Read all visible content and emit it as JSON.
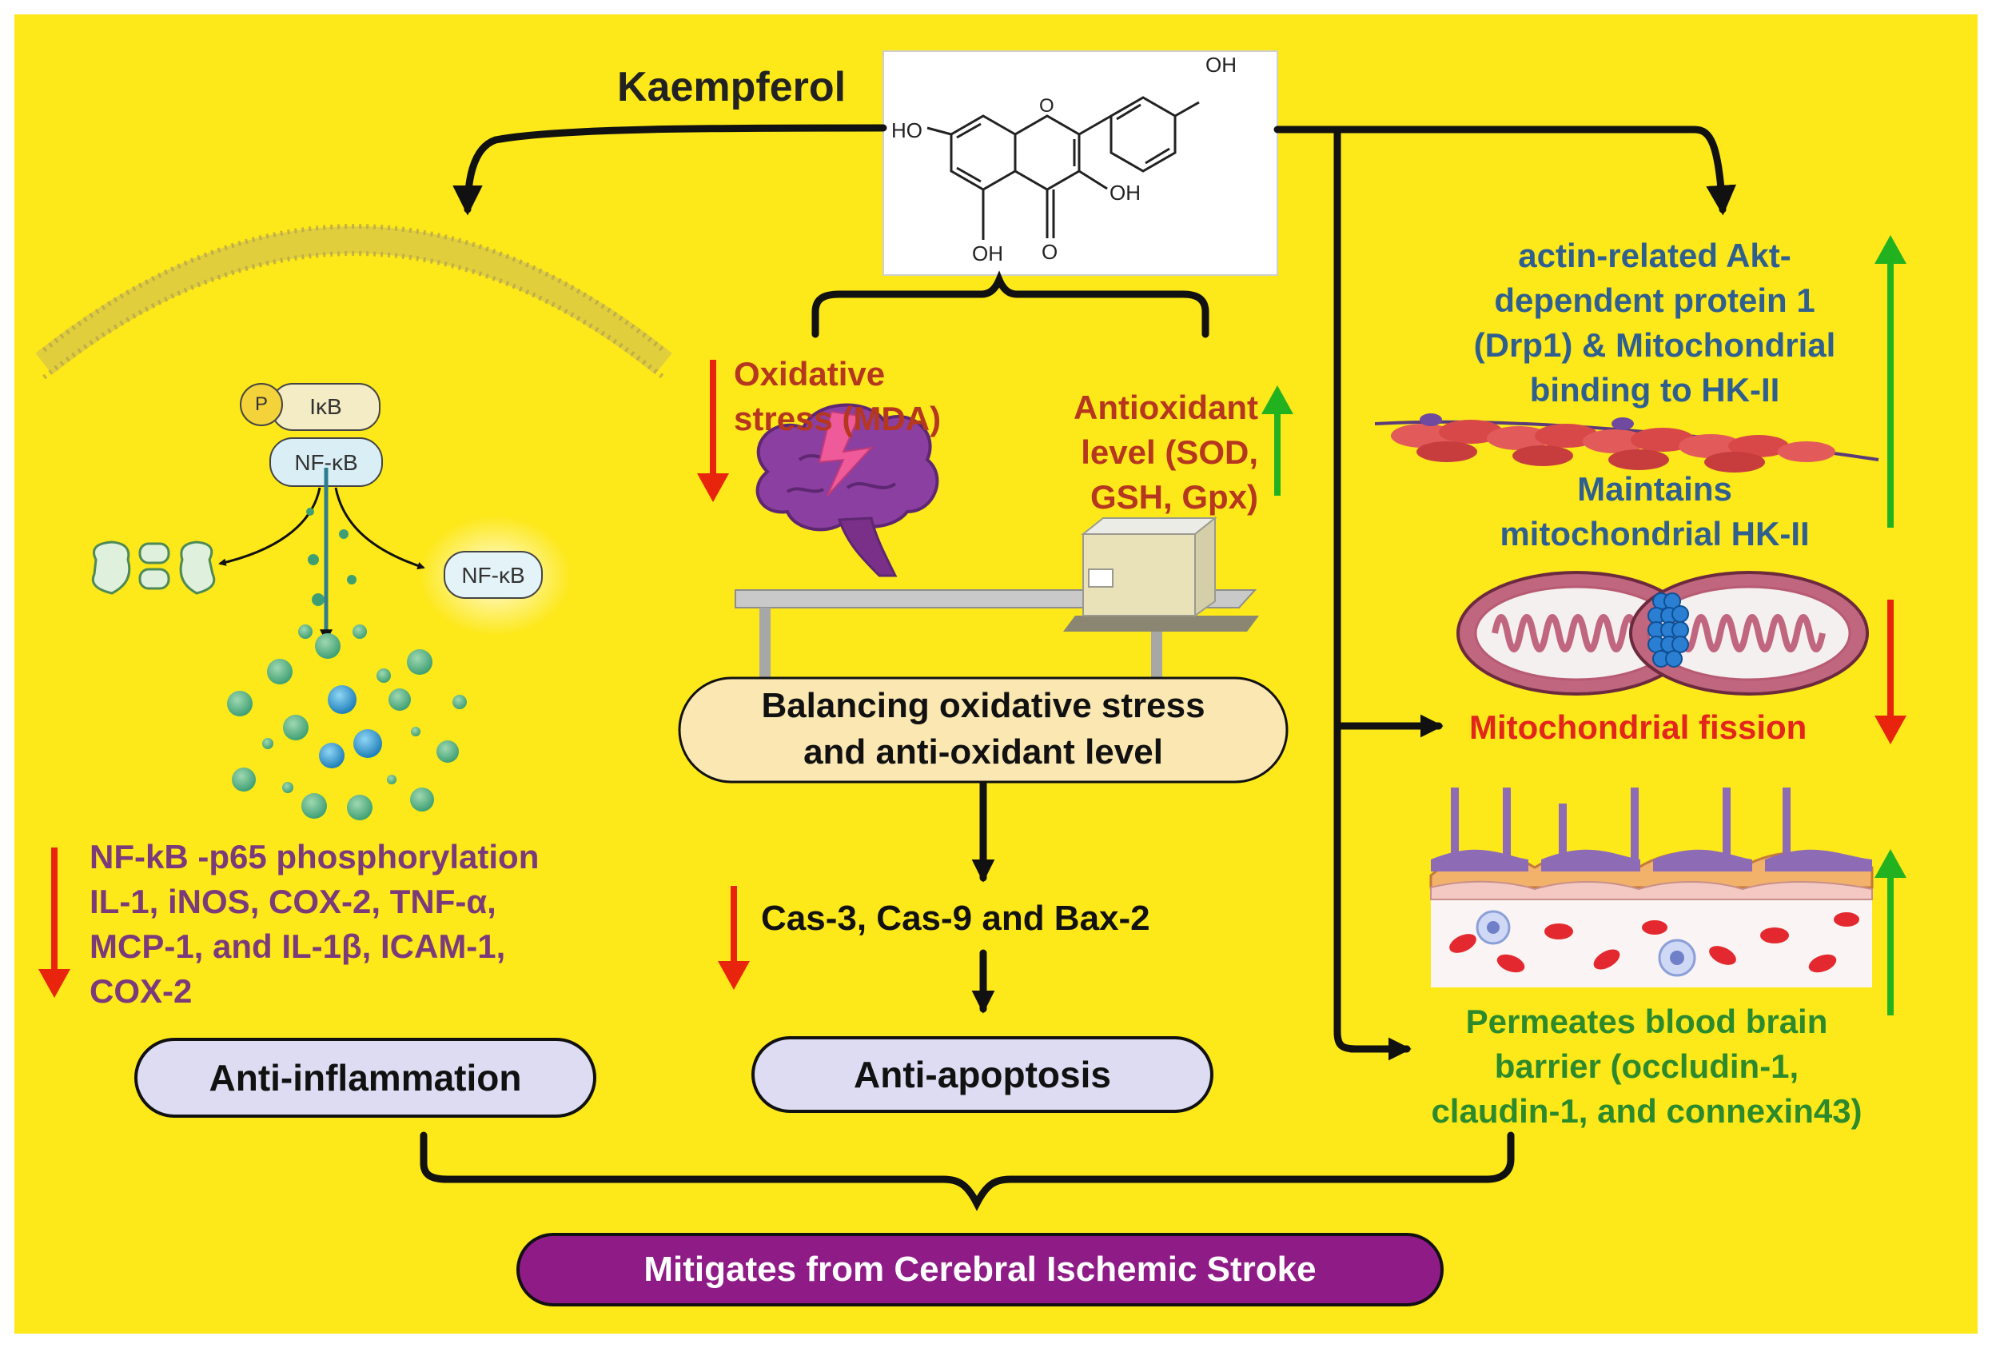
{
  "figure": {
    "compound_label": "Kaempferol",
    "structure_labels": {
      "oh_top": "OH",
      "ho_left": "HO",
      "oh_right": "OH",
      "oh_bottom": "OH",
      "carbonyl_o": "O",
      "ring_o": "O"
    },
    "left_column": {
      "ikb_label": "IκB",
      "nfkb_label": "NF-κB",
      "nfkb_free_label": "NF-κB",
      "phospho_label": "P",
      "effects_lines": [
        "NF-kB -p65 phosphorylation",
        "IL-1, iNOS, COX-2, TNF-α,",
        "MCP-1, and IL-1β, ICAM-1,",
        "COX-2"
      ],
      "outcome": "Anti-inflammation"
    },
    "middle_column": {
      "oxidative_stress_lines": [
        "Oxidative",
        "stress (MDA)"
      ],
      "antioxidant_lines": [
        "Antioxidant",
        "level (SOD,",
        "GSH, Gpx)"
      ],
      "balance_lines": [
        "Balancing oxidative stress",
        "and anti-oxidant level"
      ],
      "caspase_text": "Cas-3, Cas-9 and Bax-2",
      "outcome": "Anti-apoptosis"
    },
    "right_column": {
      "drp1_lines": [
        "actin-related Akt-",
        "dependent protein 1",
        "(Drp1) & Mitochondrial",
        "binding to HK-II"
      ],
      "hk2_lines": [
        "Maintains",
        "mitochondrial HK-II"
      ],
      "fission_text": "Mitochondrial fission",
      "bbb_lines": [
        "Permeates blood brain",
        "barrier (occludin-1,",
        "claudin-1, and connexin43)"
      ]
    },
    "final_outcome": "Mitigates from Cerebral Ischemic Stroke",
    "colors": {
      "background": "#fde81a",
      "up_arrow": "#22b21f",
      "down_arrow": "#e8240c",
      "purple_text": "#7b3a7a",
      "blue_text": "#2f5f8f",
      "red_text": "#e2261b",
      "green_text": "#2c8a2c",
      "brown_text": "#b5371f",
      "outcome_pill": "#dedcf2",
      "final_pill": "#8f1b86"
    }
  }
}
